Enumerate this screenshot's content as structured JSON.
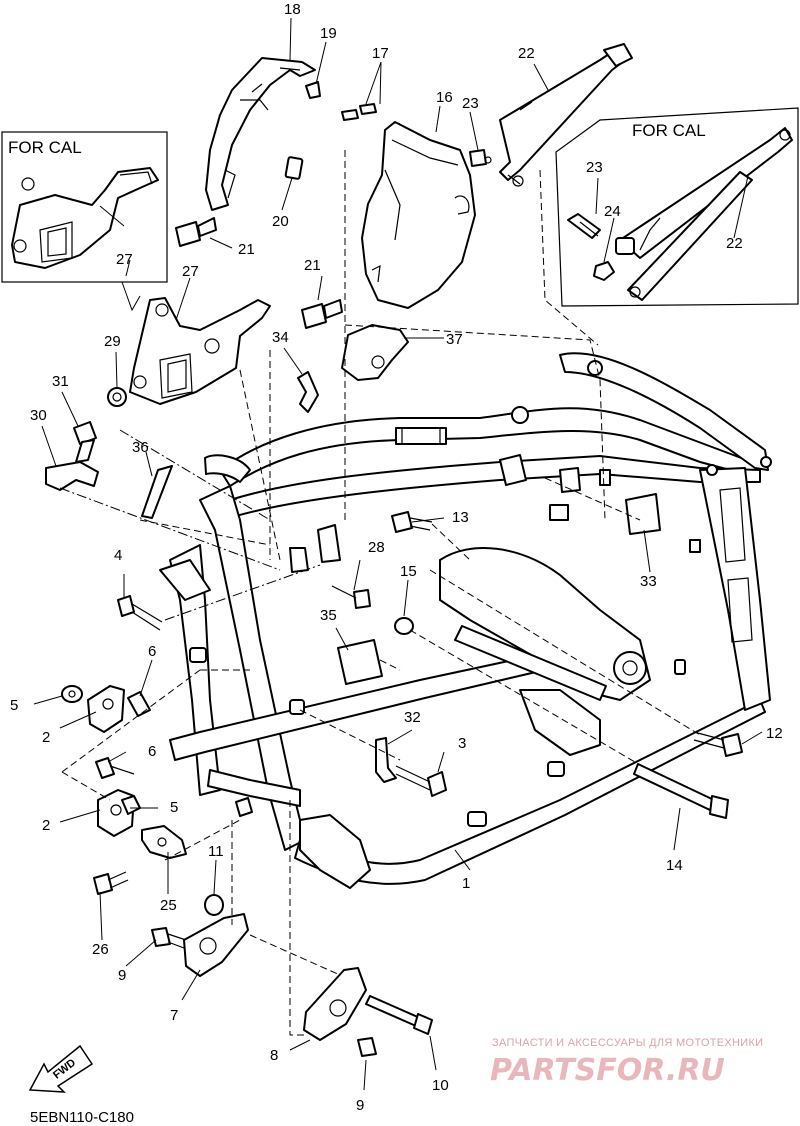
{
  "diagram": {
    "boxes": [
      {
        "label": "FOR CAL"
      },
      {
        "label": "FOR CAL"
      }
    ],
    "callouts": [
      "1",
      "2",
      "3",
      "4",
      "5",
      "6",
      "7",
      "8",
      "9",
      "10",
      "11",
      "12",
      "13",
      "14",
      "15",
      "16",
      "17",
      "18",
      "19",
      "20",
      "21",
      "22",
      "23",
      "24",
      "25",
      "26",
      "27",
      "28",
      "29",
      "30",
      "31",
      "32",
      "33",
      "34",
      "35",
      "36",
      "37"
    ],
    "direction_marker": "FWD",
    "diagram_code": "5EBN110-C180",
    "watermark": {
      "tagline": "ЗАПЧАСТИ И АКСЕССУАРЫ ДЛЯ МОТОТЕХНИКИ",
      "brand": "PARTSFOR.RU"
    }
  }
}
